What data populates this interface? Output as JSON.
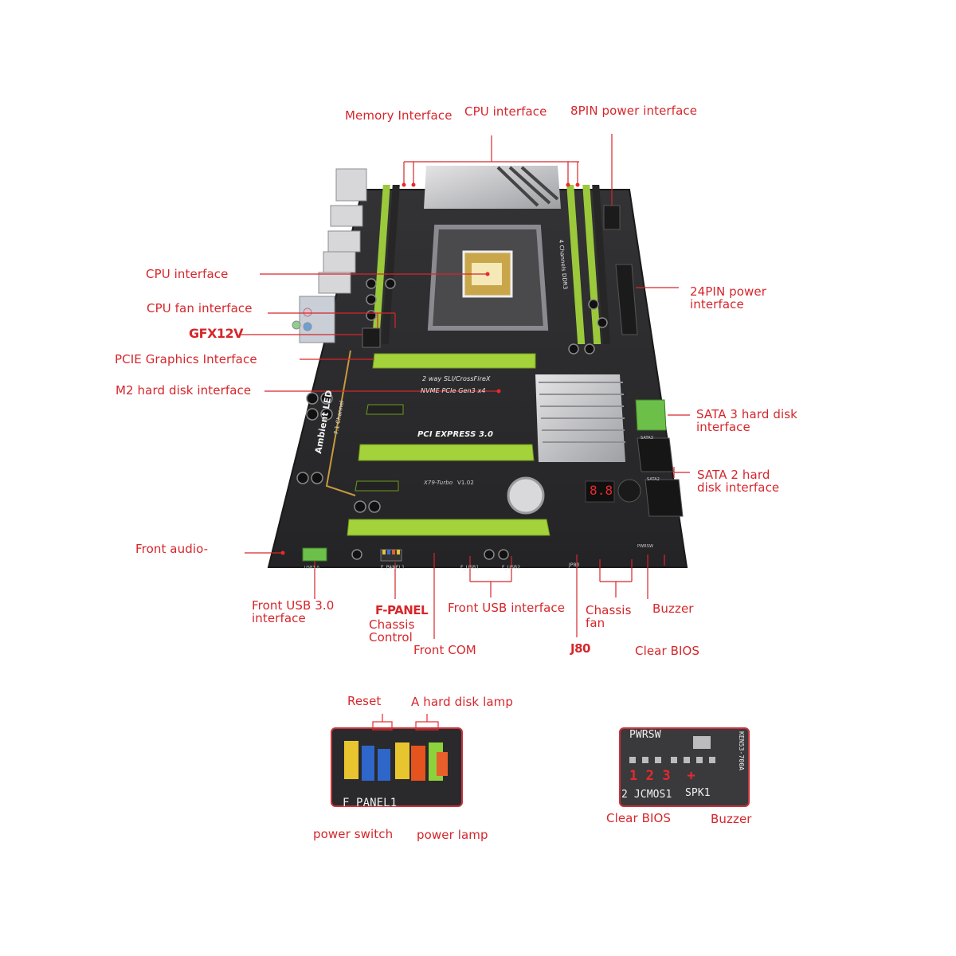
{
  "board": {
    "silk_sli": "2 way SLI/CrossFireX",
    "silk_nvme": "NVME PCIe Gen3 x4",
    "silk_pci": "PCI EXPRESS 3.0",
    "silk_ambient": "Ambient LED",
    "silk_channel": "7.1 Channel",
    "silk_ddr": "4 Channels DDR3",
    "silk_model": "X79-Turbo",
    "silk_version": "V1.02",
    "silk_fpanel": "F_PANEL1",
    "silk_usb": "F_USB1",
    "silk_usb2": "F_USB2",
    "silk_jp80": "JP80",
    "silk_sata3": "SATA3",
    "silk_sata2": "SATA2",
    "silk_pwrsw": "PWRSW",
    "silk_usb3": "USB3.0",
    "silk_debug": "8.8"
  },
  "labels": {
    "memory_interface": "Memory Interface",
    "cpu_interface_top": "CPU interface",
    "power_8pin": "8PIN power interface",
    "cpu_interface_left": "CPU interface",
    "cpu_fan_interface": "CPU fan interface",
    "gfx12v": "GFX12V",
    "pcie_graphics": "PCIE Graphics Interface",
    "m2_interface": "M2 hard disk interface",
    "power_24pin": "24PIN power\ninterface",
    "sata3_interface": "SATA 3 hard disk\ninterface",
    "sata2_interface": "SATA 2 hard\n disk interface",
    "front_audio": "Front audio-",
    "front_usb3": "Front USB 3.0\ninterface",
    "fpanel": "F-PANEL",
    "chassis_control": "Chassis\nControl",
    "front_com": "Front COM",
    "front_usb": "Front USB interface",
    "chassis_fan": "Chassis\nfan",
    "j80": "J80",
    "buzzer_top": "Buzzer",
    "clear_bios_top": "Clear BIOS"
  },
  "detail_fpanel": {
    "reset": "Reset",
    "hdd_lamp": "A hard disk lamp",
    "power_switch": "power switch",
    "power_lamp": "power lamp",
    "silk": "F_PANEL1"
  },
  "detail_jumper": {
    "header": "PWRSW",
    "pins": "1 2 3  +",
    "jcmos": "2 JCMOS1",
    "spk": "SPK1",
    "code": "KEN53-700A",
    "clear_bios": "Clear BIOS",
    "buzzer": "Buzzer"
  },
  "colors": {
    "label": "#d6262b",
    "pcb": "#2a2a2c",
    "slot_green": "#a4d23a",
    "heatsink": "#c9c9cc",
    "frame": "#c9333a"
  }
}
